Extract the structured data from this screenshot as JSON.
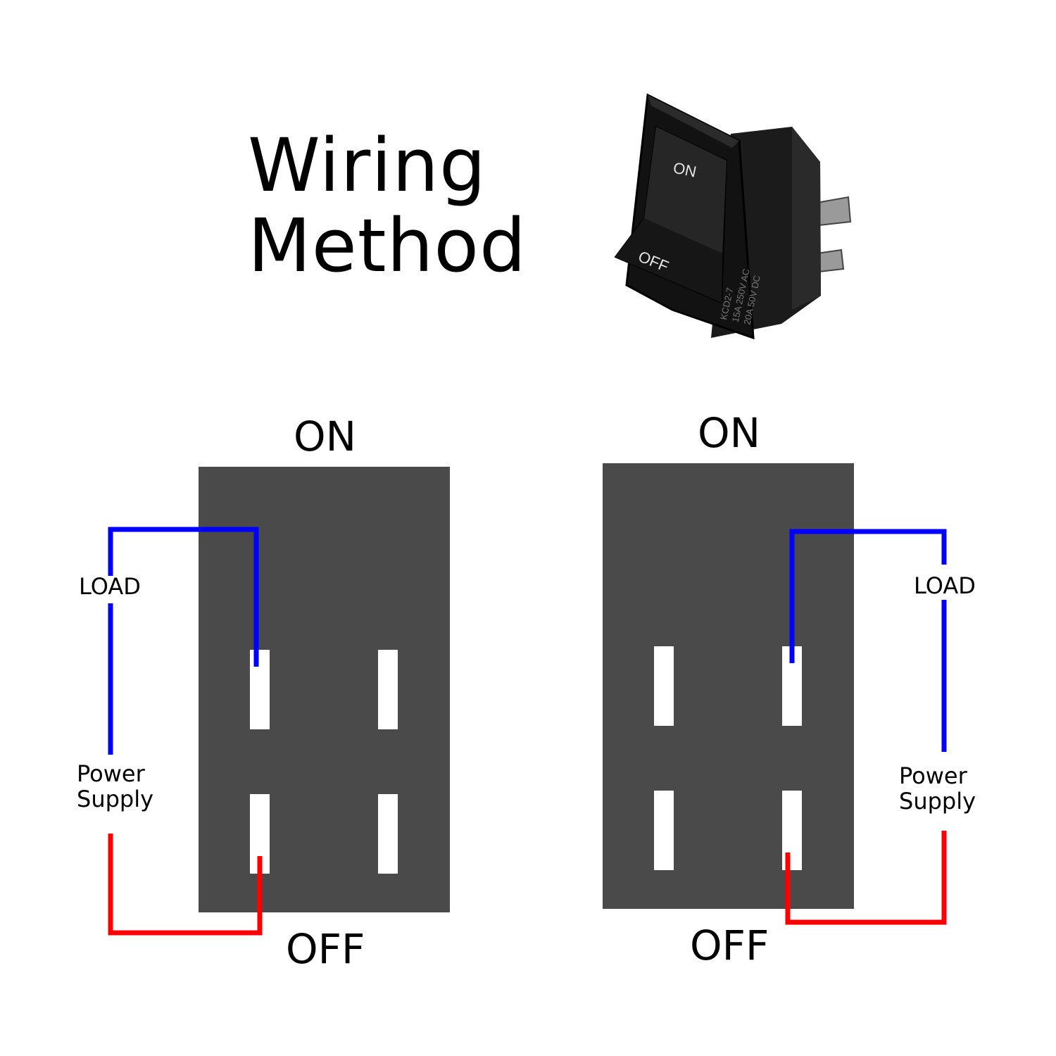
{
  "title": {
    "line1": "Wiring",
    "line2": "Method"
  },
  "switch_photo": {
    "on_label": "ON",
    "off_label": "OFF",
    "rating_lines": [
      "KCD2-7",
      "15A 250V AC",
      "20A  50V DC"
    ]
  },
  "diagrams": [
    {
      "top_label": "ON",
      "bottom_label": "OFF",
      "load_label": "LOAD",
      "power_label_line1": "Power",
      "power_label_line2": "Supply"
    },
    {
      "top_label": "ON",
      "bottom_label": "OFF",
      "load_label": "LOAD",
      "power_label_line1": "Power",
      "power_label_line2": "Supply"
    }
  ],
  "colors": {
    "switch_body": "#4a4a4a",
    "load_wire": "#0000ff",
    "power_wire": "#ff0000",
    "terminal": "#ffffff"
  }
}
